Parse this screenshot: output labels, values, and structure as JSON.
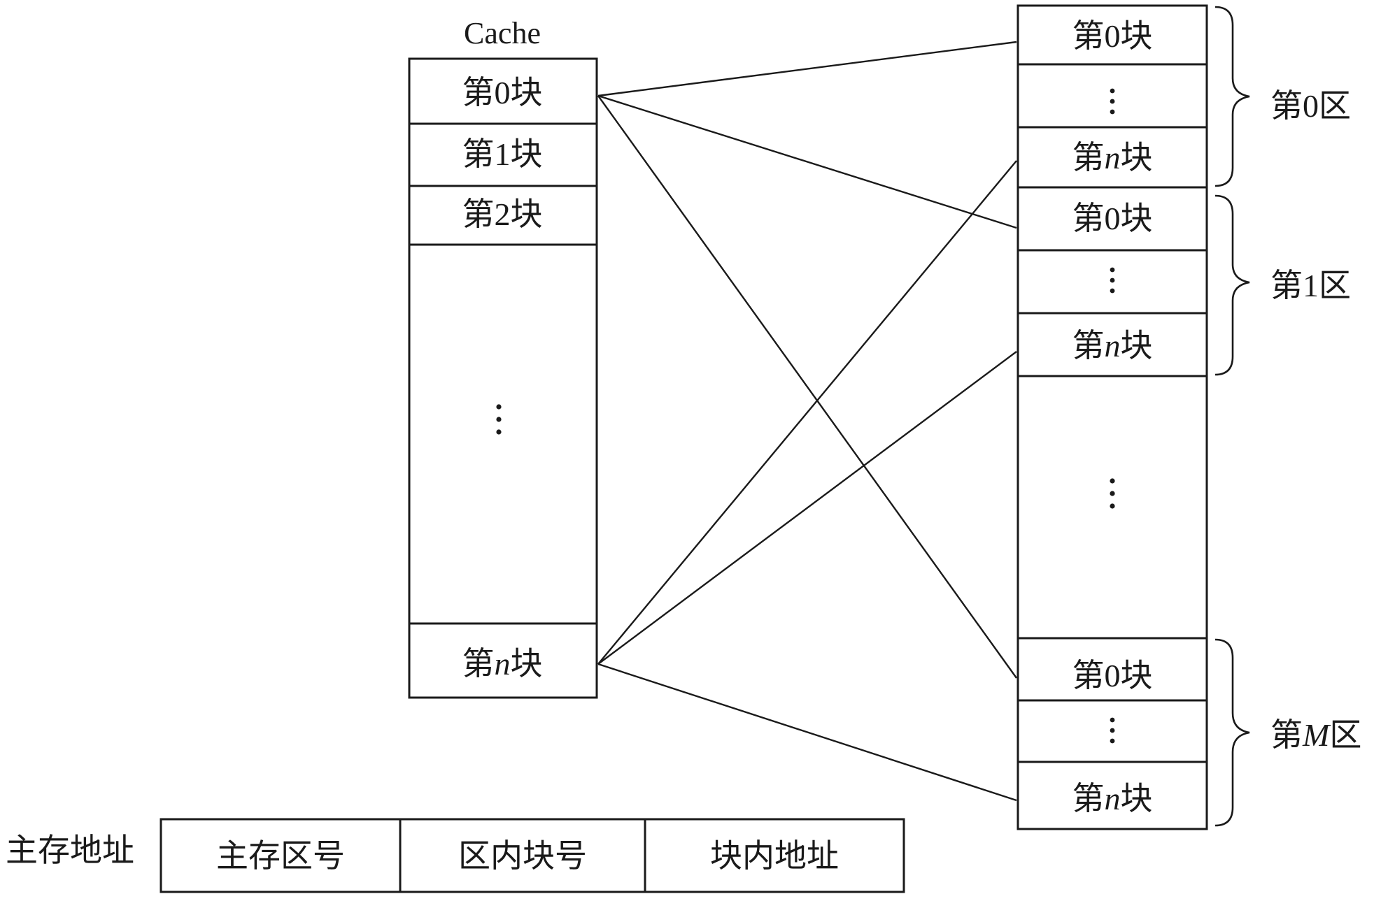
{
  "cache": {
    "title": "Cache",
    "blocks": {
      "b0": {
        "pre": "第0块",
        "italic": "",
        "post": ""
      },
      "b1": {
        "pre": "第1块",
        "italic": "",
        "post": ""
      },
      "b2": {
        "pre": "第2块",
        "italic": "",
        "post": ""
      },
      "bn": {
        "pre": "第",
        "italic": "n",
        "post": "块"
      }
    },
    "gap_marker": "⋮"
  },
  "main_memory": {
    "zones": [
      {
        "label": {
          "pre": "第0区",
          "italic": "",
          "post": ""
        },
        "first": {
          "pre": "第0块",
          "italic": "",
          "post": ""
        },
        "middle": "⋮",
        "last": {
          "pre": "第",
          "italic": "n",
          "post": "块"
        }
      },
      {
        "label": {
          "pre": "第1区",
          "italic": "",
          "post": ""
        },
        "first": {
          "pre": "第0块",
          "italic": "",
          "post": ""
        },
        "middle": "⋮",
        "last": {
          "pre": "第",
          "italic": "n",
          "post": "块"
        }
      },
      {
        "label": {
          "pre": "第",
          "italic": "M",
          "post": "区"
        },
        "first": {
          "pre": "第0块",
          "italic": "",
          "post": ""
        },
        "middle": "⋮",
        "last": {
          "pre": "第",
          "italic": "n",
          "post": "块"
        }
      }
    ],
    "gap_marker": "⋮"
  },
  "address": {
    "label": "主存地址",
    "fields": [
      "主存区号",
      "区内块号",
      "块内地址"
    ]
  },
  "mapping": [
    {
      "from": "cache.b0",
      "to": "zone0.first"
    },
    {
      "from": "cache.b0",
      "to": "zone1.first"
    },
    {
      "from": "cache.b0",
      "to": "zoneM.first"
    },
    {
      "from": "cache.bn",
      "to": "zone0.last"
    },
    {
      "from": "cache.bn",
      "to": "zone1.last"
    },
    {
      "from": "cache.bn",
      "to": "zoneM.last"
    }
  ],
  "colors": {
    "stroke": "#1a1a1a",
    "background": "#ffffff"
  }
}
